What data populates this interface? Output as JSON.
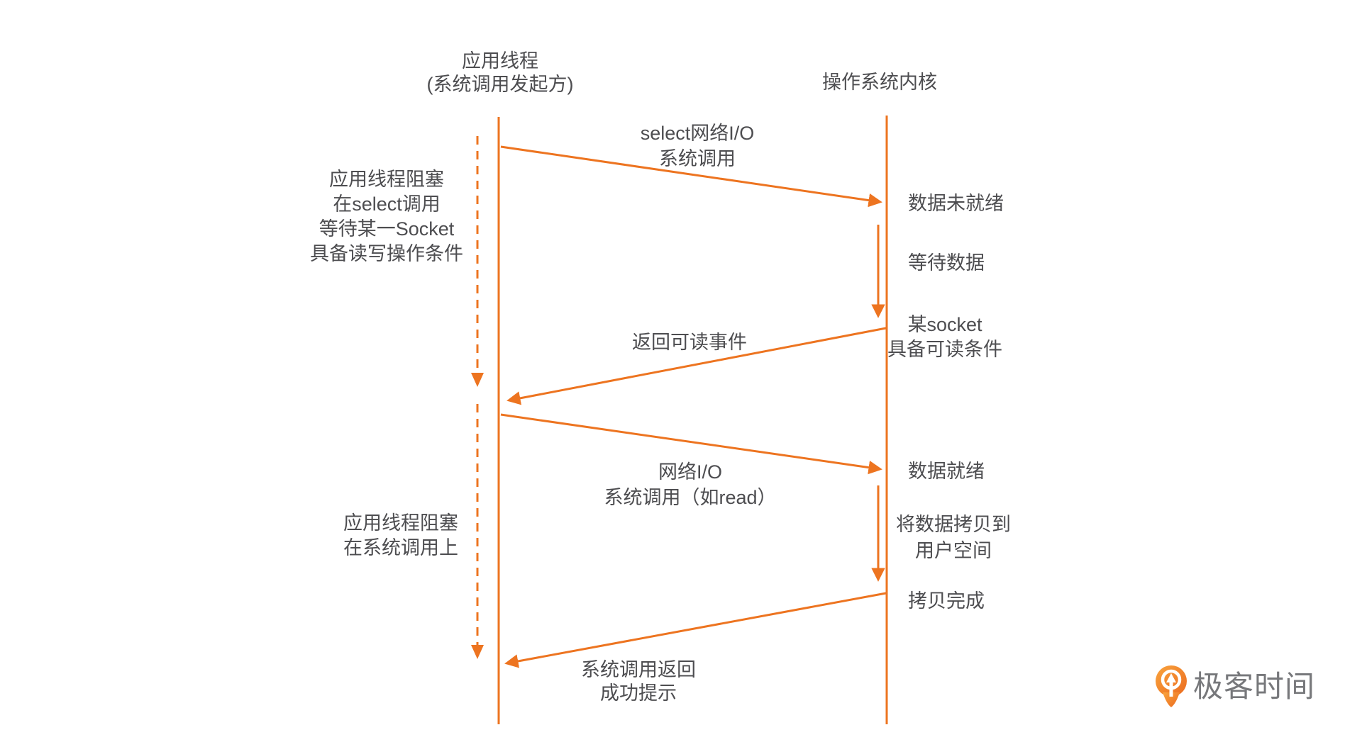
{
  "colors": {
    "accent": "#ED7420",
    "text": "#4D4D50",
    "logo_text": "#77787B",
    "logo_orange_light": "#F9A43E",
    "logo_orange_dark": "#EB6A1E"
  },
  "actors": {
    "app_thread": {
      "line1": "应用线程",
      "line2": "(系统调用发起方)"
    },
    "kernel": {
      "label": "操作系统内核"
    }
  },
  "messages": {
    "select_call": {
      "line1": "select网络I/O",
      "line2": "系统调用"
    },
    "readable_event_return": {
      "label": "返回可读事件"
    },
    "read_call": {
      "line1": "网络I/O",
      "line2": "系统调用（如read）"
    },
    "syscall_return": {
      "line1": "系统调用返回",
      "line2": "成功提示"
    }
  },
  "kernel_states": {
    "data_not_ready": "数据未就绪",
    "waiting_for_data": "等待数据",
    "socket_readable": {
      "line1": "某socket",
      "line2": "具备可读条件"
    },
    "data_ready": "数据就绪",
    "copy_to_user": {
      "line1": "将数据拷贝到",
      "line2": "用户空间"
    },
    "copy_done": "拷贝完成"
  },
  "notes": {
    "select_blocking": {
      "line1": "应用线程阻塞",
      "line2": "在select调用",
      "line3": "等待某一Socket",
      "line4": "具备读写操作条件"
    },
    "syscall_blocking": {
      "line1": "应用线程阻塞",
      "line2": "在系统调用上"
    }
  },
  "logo": {
    "text": "极客时间"
  }
}
